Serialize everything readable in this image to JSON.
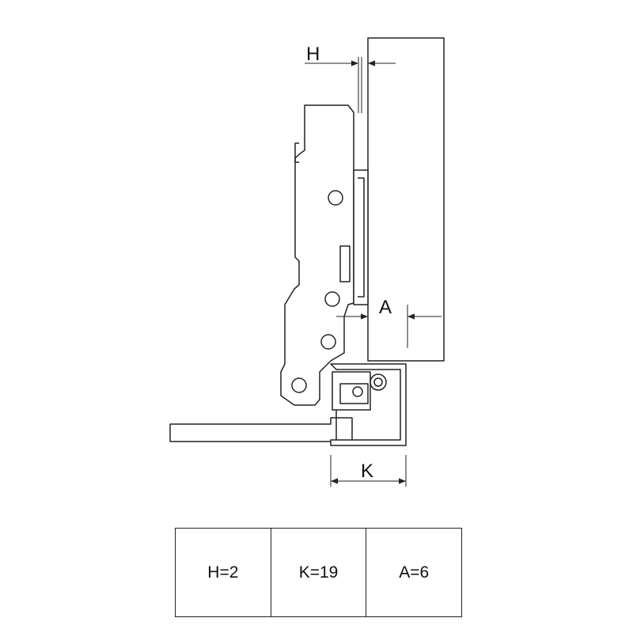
{
  "dimensions": {
    "h_label": "H",
    "a_label": "A",
    "k_label": "K"
  },
  "spec_table": [
    {
      "text": "H=2"
    },
    {
      "text": "K=19"
    },
    {
      "text": "A=6"
    }
  ]
}
